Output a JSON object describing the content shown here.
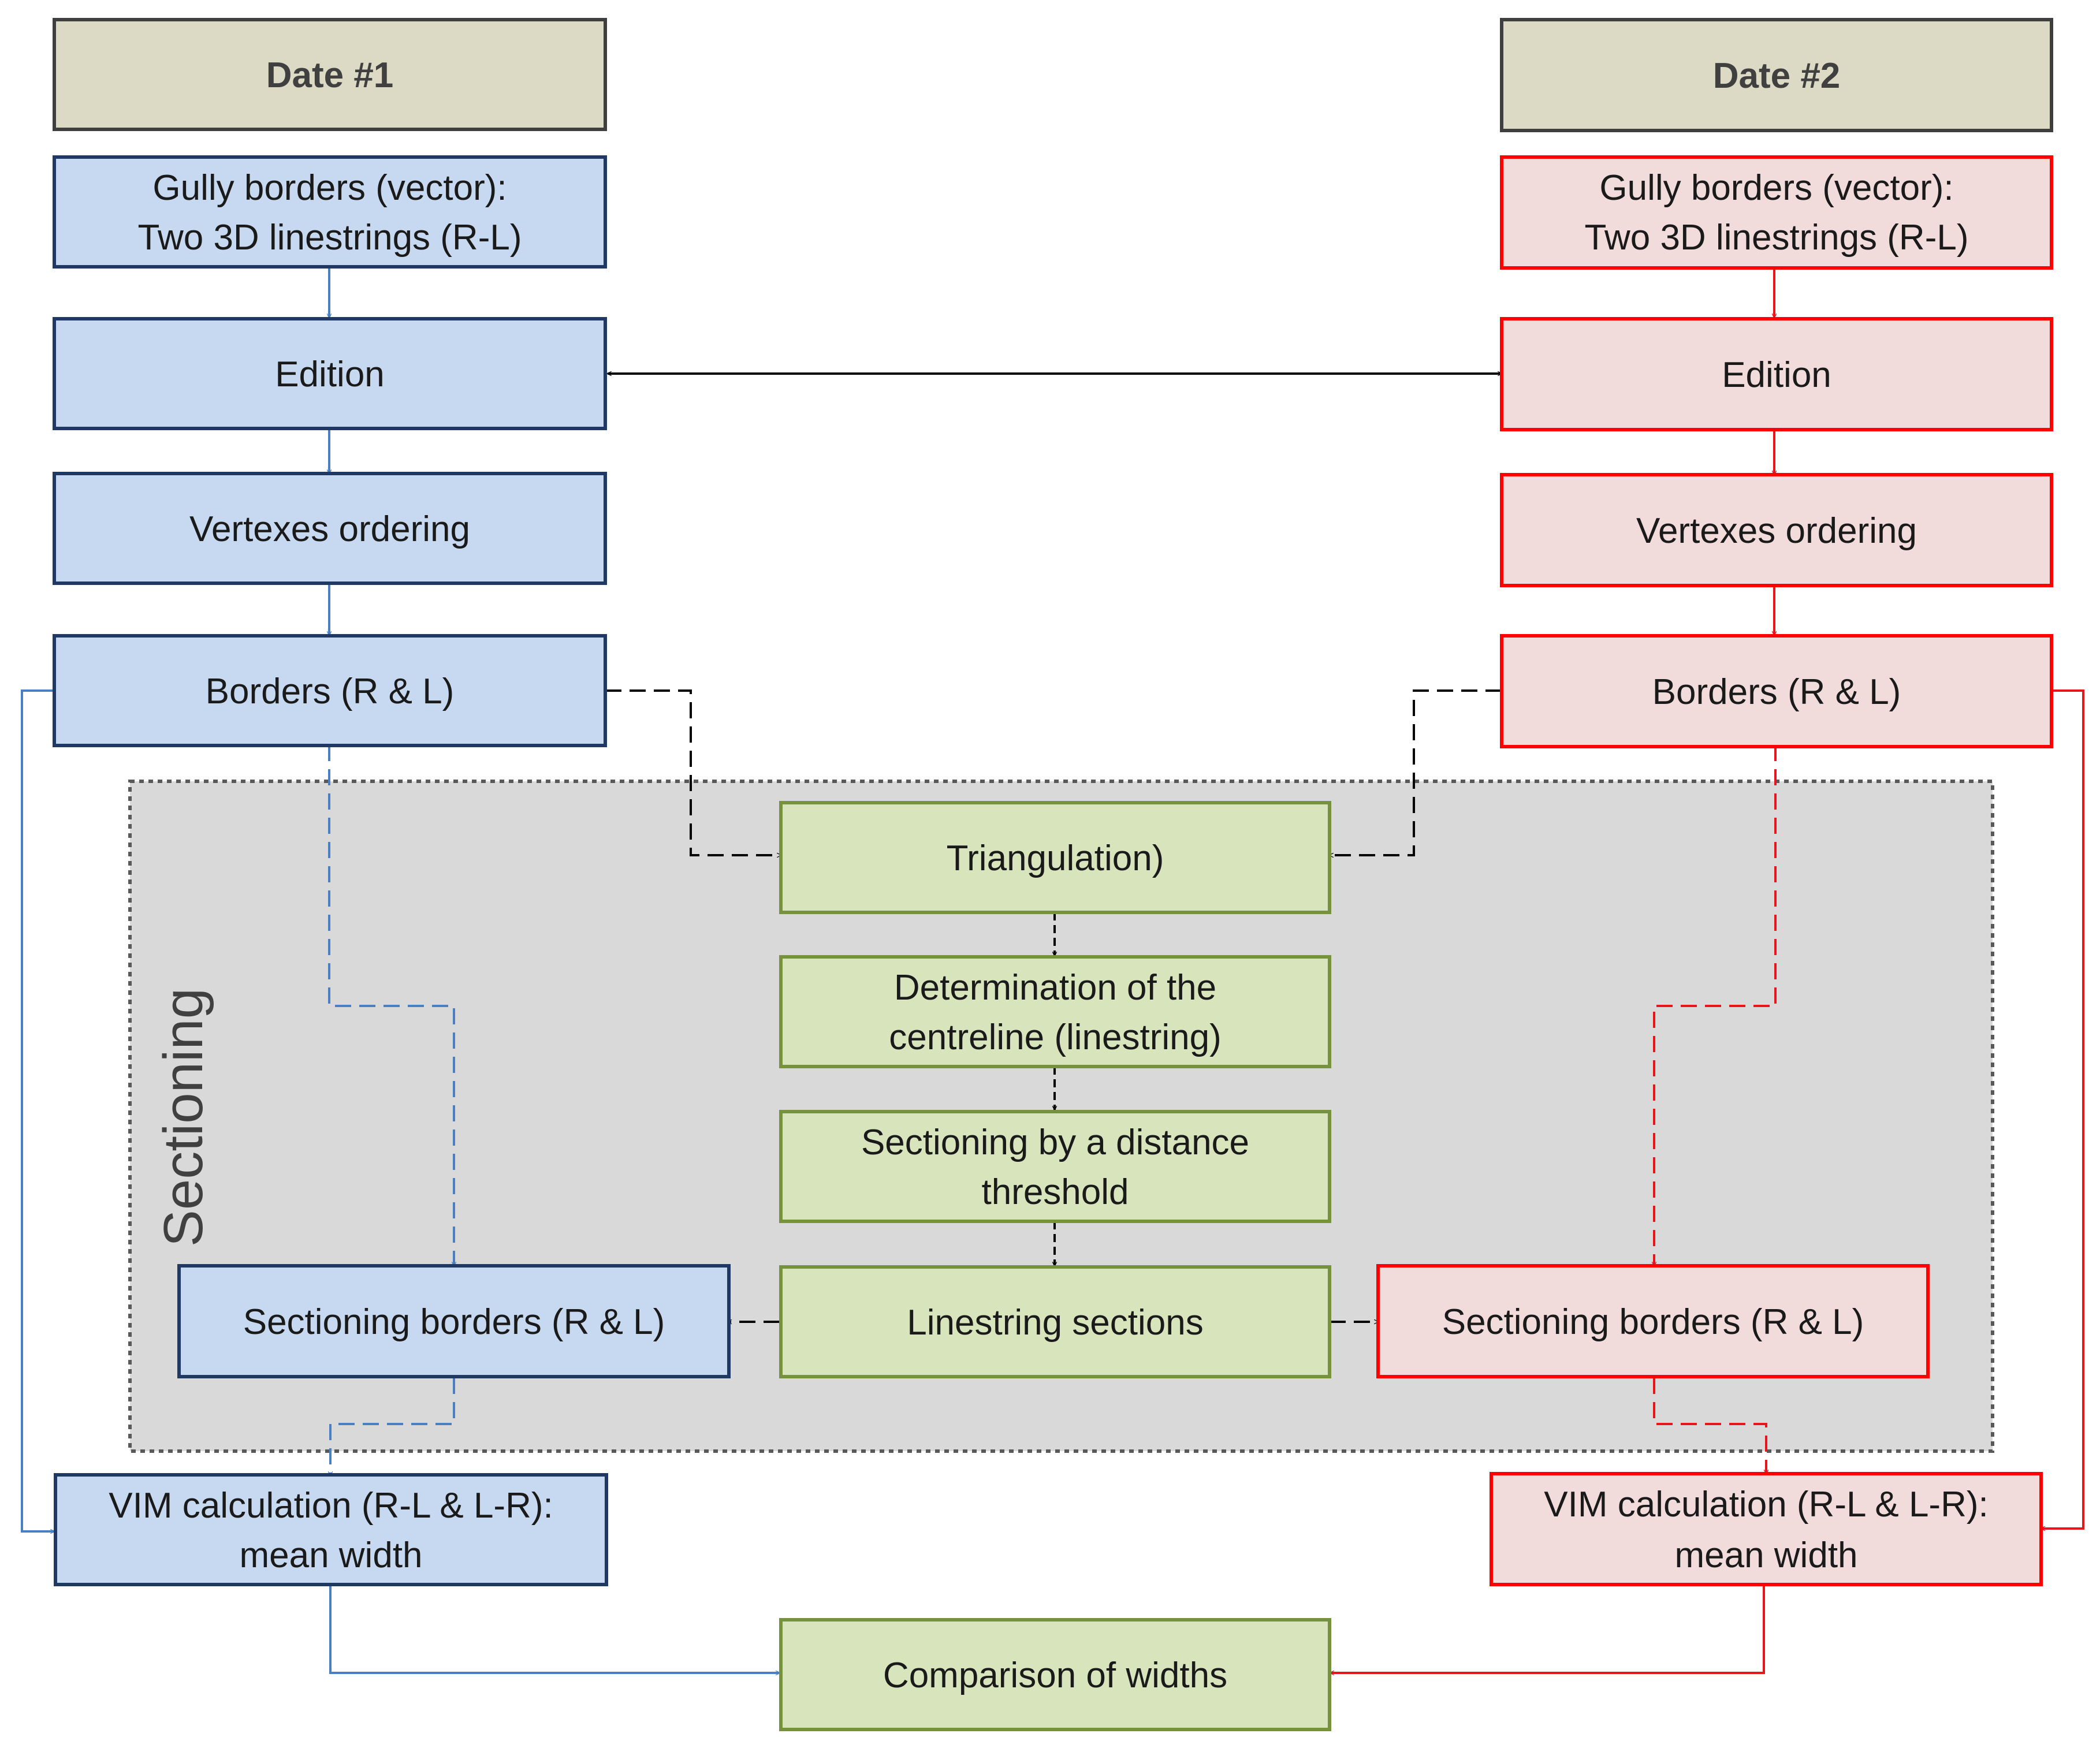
{
  "colors": {
    "header_fill": "#dcd9c4",
    "header_stroke": "#3f3f3f",
    "blue_fill": "#c6d9f0",
    "blue_stroke": "#1f3864",
    "blue_line": "#4a7fc1",
    "red_fill": "#f2dcdb",
    "red_stroke": "#ff0000",
    "red_line": "#e8161a",
    "green_fill": "#d7e4bc",
    "green_stroke": "#76923c",
    "region_fill": "#d9d9d9",
    "region_stroke": "#595959",
    "black_line": "#000000"
  },
  "region": {
    "label": "Sectioning"
  },
  "left": {
    "header": "Date #1",
    "gully": [
      "Gully borders (vector):",
      "Two 3D linestrings (R-L)"
    ],
    "edition": "Edition",
    "vertexes": "Vertexes ordering",
    "borders": "Borders (R & L)",
    "sectioning": "Sectioning borders (R & L)",
    "vim": [
      "VIM calculation (R-L & L-R):",
      "mean width"
    ]
  },
  "right": {
    "header": "Date #2",
    "gully": [
      "Gully borders (vector):",
      "Two 3D linestrings (R-L)"
    ],
    "edition": "Edition",
    "vertexes": "Vertexes ordering",
    "borders": "Borders (R & L)",
    "sectioning": "Sectioning borders (R & L)",
    "vim": [
      "VIM calculation (R-L & L-R):",
      "mean width"
    ]
  },
  "center": {
    "triangulation": "Triangulation)",
    "centreline": [
      "Determination of the",
      "centreline (linestring)"
    ],
    "threshold": [
      "Sectioning by a distance",
      "threshold"
    ],
    "sections": "Linestring sections",
    "comparison": "Comparison of widths"
  }
}
